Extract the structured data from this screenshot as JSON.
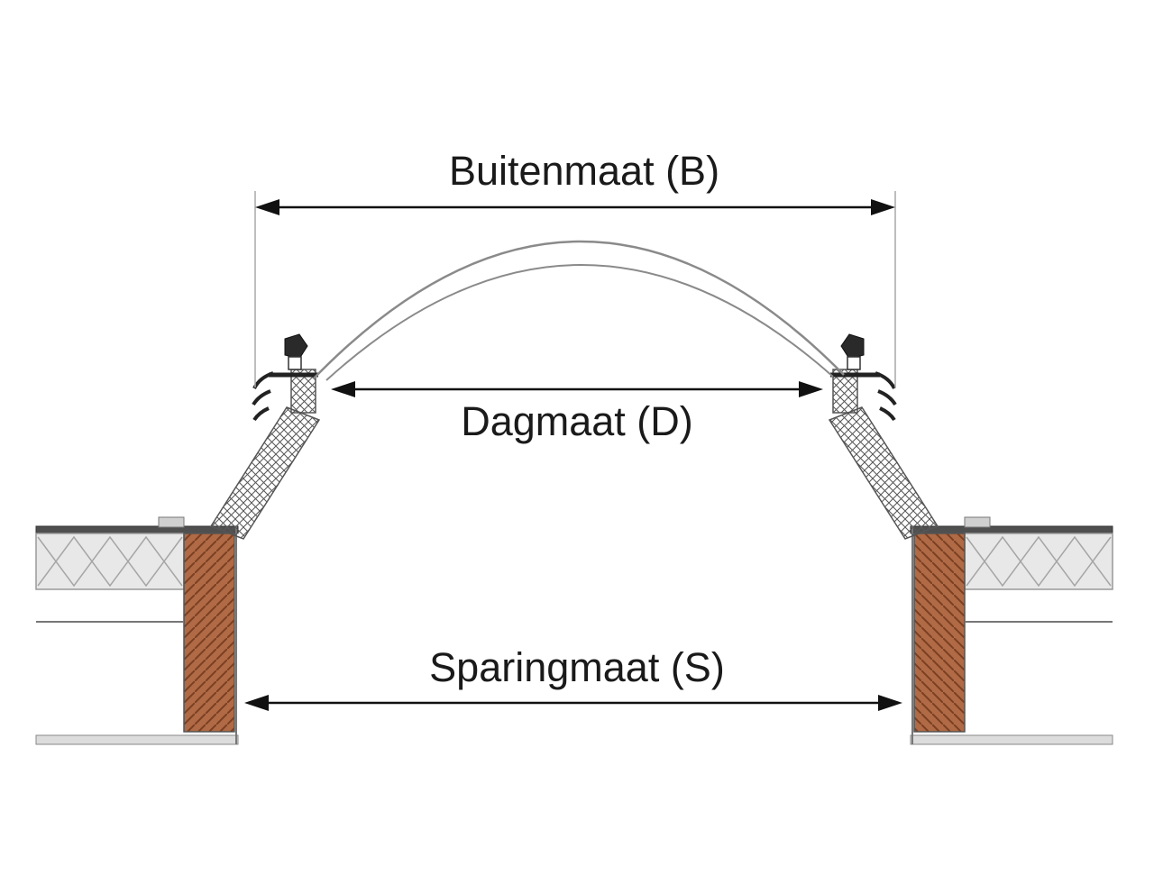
{
  "diagram": {
    "type": "skylight-dome-cross-section",
    "labels": {
      "outer": "Buitenmaat (B)",
      "clear": "Dagmaat (D)",
      "opening": "Sparingmaat (S)"
    },
    "colors": {
      "background": "#ffffff",
      "text": "#1a1a1a",
      "arrow": "#111111",
      "extension_line": "#a9a9a9",
      "dome_line": "#8a8a8a",
      "outline": "#666666",
      "membrane": "#4f4f4f",
      "timber": "#b06a45",
      "timber_hatch": "#7a3f22",
      "insulation_bg": "#e8e8e8",
      "bottom_band": "#dcdcdc"
    }
  }
}
